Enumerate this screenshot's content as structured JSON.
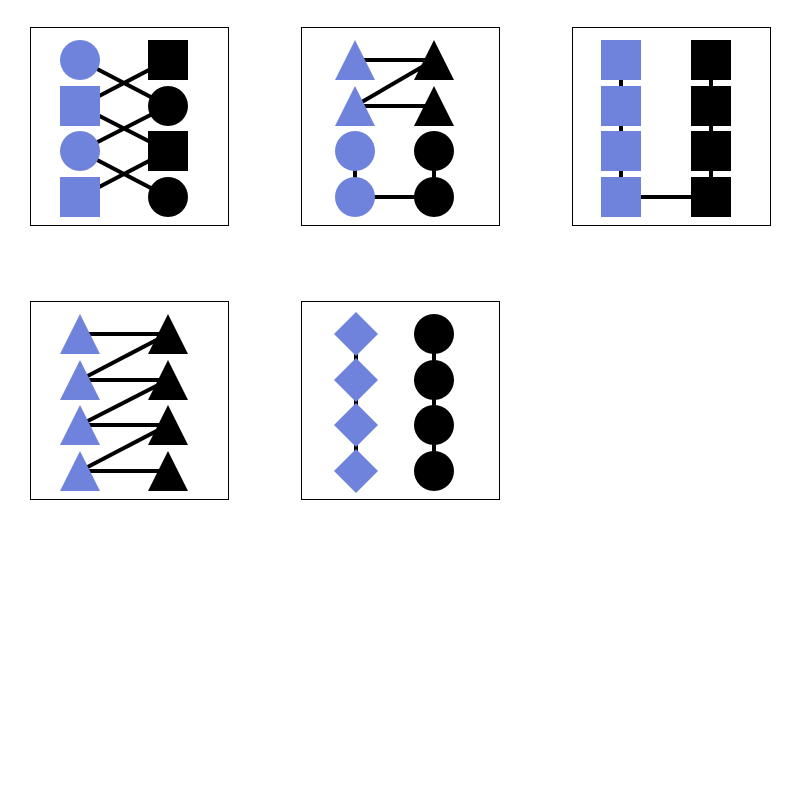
{
  "colors": {
    "left_fill": "#6f82dc",
    "right_fill": "#000000",
    "edge": "#000000",
    "frame": "#000000",
    "background": "#ffffff"
  },
  "panels": [
    {
      "id": "panel-1",
      "left": [
        "circle",
        "square",
        "circle",
        "square"
      ],
      "right": [
        "square",
        "circle",
        "square",
        "circle"
      ],
      "edges": [
        [
          "L",
          0,
          "R",
          1
        ],
        [
          "L",
          1,
          "R",
          0
        ],
        [
          "L",
          1,
          "R",
          2
        ],
        [
          "L",
          2,
          "R",
          1
        ],
        [
          "L",
          2,
          "R",
          3
        ],
        [
          "L",
          3,
          "R",
          2
        ]
      ]
    },
    {
      "id": "panel-2",
      "left": [
        "triangle",
        "triangle",
        "circle",
        "circle"
      ],
      "right": [
        "triangle",
        "triangle",
        "circle",
        "circle"
      ],
      "edges": [
        [
          "L",
          0,
          "R",
          0
        ],
        [
          "L",
          1,
          "R",
          0
        ],
        [
          "L",
          1,
          "R",
          1
        ],
        [
          "L",
          2,
          "L",
          3
        ],
        [
          "L",
          3,
          "R",
          3
        ],
        [
          "R",
          2,
          "R",
          3
        ]
      ]
    },
    {
      "id": "panel-3",
      "left": [
        "square",
        "square",
        "square",
        "square"
      ],
      "right": [
        "square",
        "square",
        "square",
        "square"
      ],
      "edges": [
        [
          "L",
          0,
          "L",
          1
        ],
        [
          "L",
          1,
          "L",
          2
        ],
        [
          "L",
          2,
          "L",
          3
        ],
        [
          "L",
          3,
          "R",
          3
        ],
        [
          "R",
          0,
          "R",
          1
        ],
        [
          "R",
          1,
          "R",
          2
        ],
        [
          "R",
          2,
          "R",
          3
        ]
      ]
    },
    {
      "id": "panel-4",
      "left": [
        "triangle",
        "triangle",
        "triangle",
        "triangle"
      ],
      "right": [
        "triangle",
        "triangle",
        "triangle",
        "triangle"
      ],
      "edges": [
        [
          "L",
          0,
          "R",
          0
        ],
        [
          "L",
          1,
          "R",
          0
        ],
        [
          "L",
          1,
          "R",
          1
        ],
        [
          "L",
          2,
          "R",
          1
        ],
        [
          "L",
          2,
          "R",
          2
        ],
        [
          "L",
          3,
          "R",
          2
        ],
        [
          "L",
          3,
          "R",
          3
        ]
      ]
    },
    {
      "id": "panel-5",
      "left": [
        "diamond",
        "diamond",
        "diamond",
        "diamond"
      ],
      "right": [
        "circle",
        "circle",
        "circle",
        "circle"
      ],
      "edges": [
        [
          "L",
          0,
          "L",
          1
        ],
        [
          "L",
          1,
          "L",
          2
        ],
        [
          "L",
          2,
          "L",
          3
        ],
        [
          "R",
          0,
          "R",
          1
        ],
        [
          "R",
          1,
          "R",
          2
        ],
        [
          "R",
          2,
          "R",
          3
        ]
      ]
    }
  ]
}
